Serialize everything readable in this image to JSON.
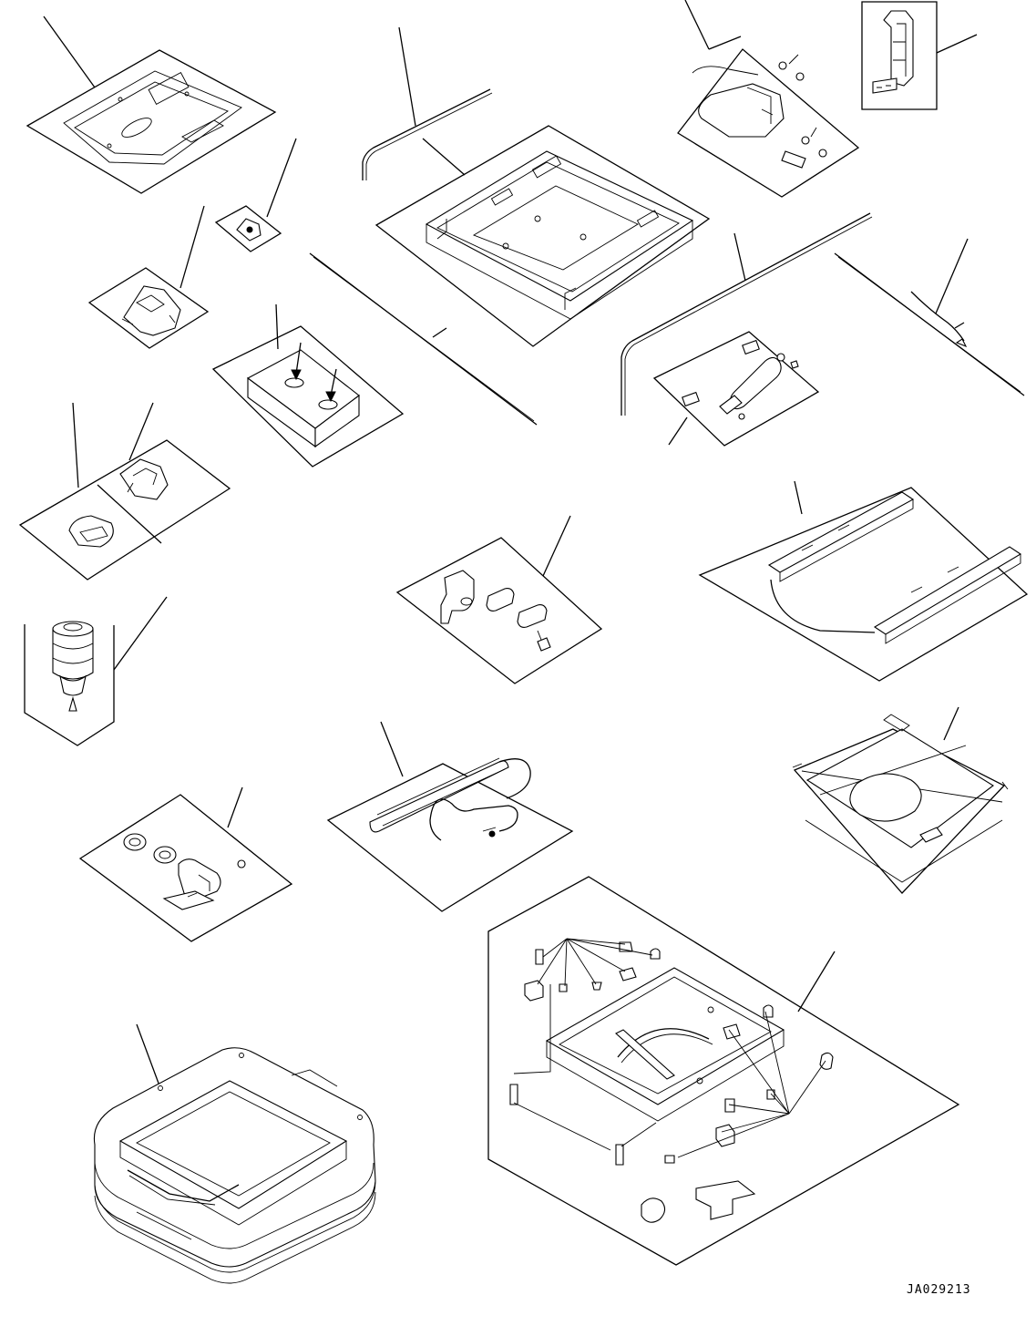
{
  "drawing": {
    "code": "JA029213"
  },
  "parts": [
    {
      "id": "seat-pan-plate"
    },
    {
      "id": "hinge-bracket"
    },
    {
      "id": "clip"
    },
    {
      "id": "wire-rod-1"
    },
    {
      "id": "seat-base-frame"
    },
    {
      "id": "lever-assembly"
    },
    {
      "id": "mount-bracket"
    },
    {
      "id": "long-rod"
    },
    {
      "id": "block-with-arrows"
    },
    {
      "id": "knob-plates"
    },
    {
      "id": "bent-rod"
    },
    {
      "id": "lumbar-actuator"
    },
    {
      "id": "cable"
    },
    {
      "id": "knob-cylinder"
    },
    {
      "id": "lock-assembly"
    },
    {
      "id": "slide-rail"
    },
    {
      "id": "suspension-linkage"
    },
    {
      "id": "pump-assembly"
    },
    {
      "id": "gas-spring"
    },
    {
      "id": "frame-hardware-kit"
    },
    {
      "id": "seat-cushion-shell"
    }
  ]
}
